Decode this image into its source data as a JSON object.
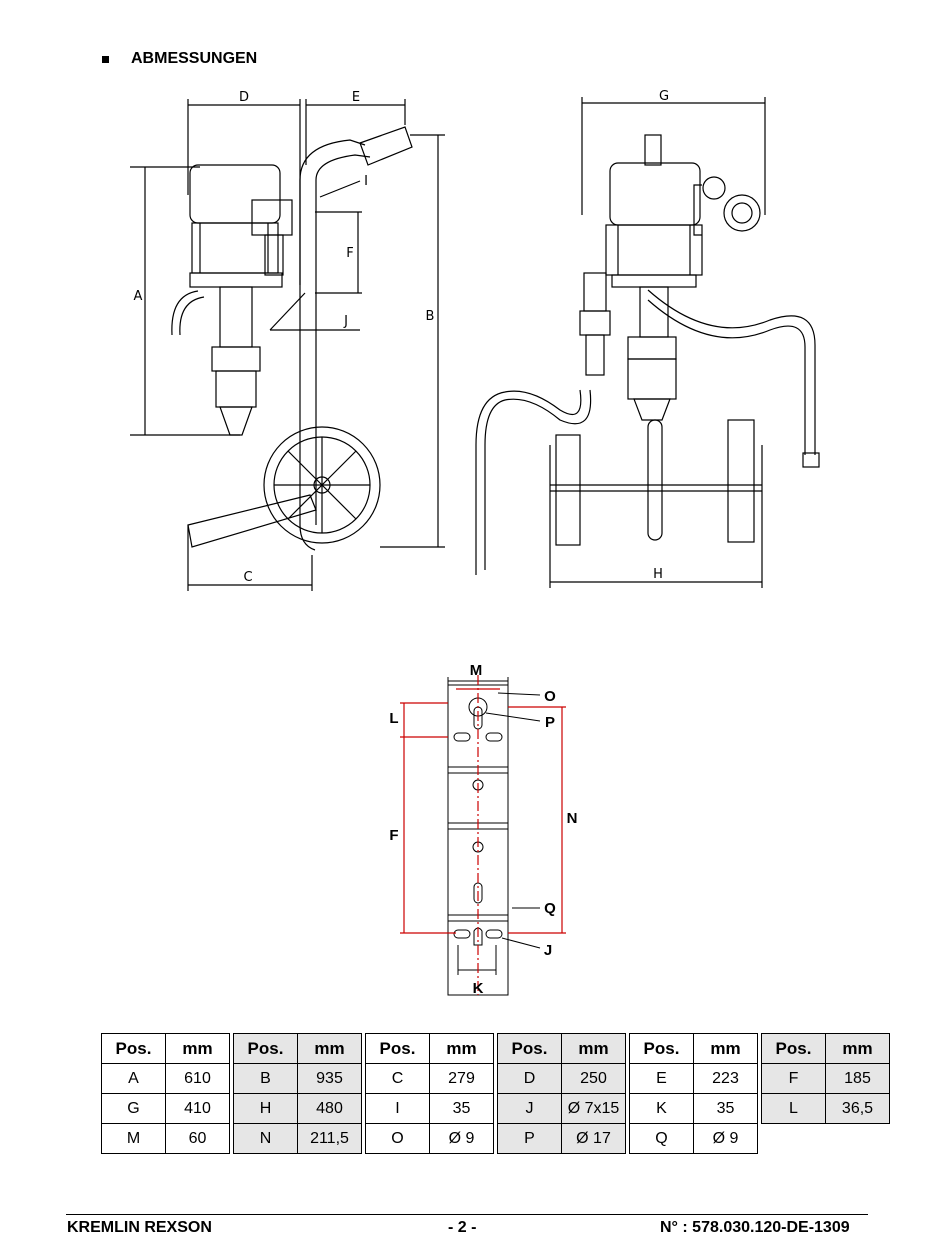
{
  "heading": "ABMESSUNGEN",
  "drawing1_labels": {
    "d": "D",
    "e": "E",
    "a": "A",
    "b": "B",
    "c": "C",
    "f": "F",
    "i": "I",
    "j": "J"
  },
  "drawing2_labels": {
    "g": "G",
    "h": "H"
  },
  "bracket_labels": {
    "m": "M",
    "o": "O",
    "p": "P",
    "l": "L",
    "n": "N",
    "f": "F",
    "q": "Q",
    "j": "J",
    "k": "K"
  },
  "table": {
    "headers": [
      "Pos.",
      "mm"
    ],
    "rows": [
      [
        [
          "A",
          "610"
        ],
        [
          "B",
          "935"
        ],
        [
          "C",
          "279"
        ],
        [
          "D",
          "250"
        ],
        [
          "E",
          "223"
        ],
        [
          "F",
          "185"
        ]
      ],
      [
        [
          "G",
          "410"
        ],
        [
          "H",
          "480"
        ],
        [
          "I",
          "35"
        ],
        [
          "J",
          "Ø 7x15"
        ],
        [
          "K",
          "35"
        ],
        [
          "L",
          "36,5"
        ]
      ],
      [
        [
          "M",
          "60"
        ],
        [
          "N",
          "211,5"
        ],
        [
          "O",
          "Ø 9"
        ],
        [
          "P",
          "Ø 17"
        ],
        [
          "Q",
          "Ø 9"
        ]
      ]
    ]
  },
  "footer": {
    "left": "KREMLIN REXSON",
    "center": "- 2 -",
    "right": "N° :  578.030.120-DE-1309"
  }
}
